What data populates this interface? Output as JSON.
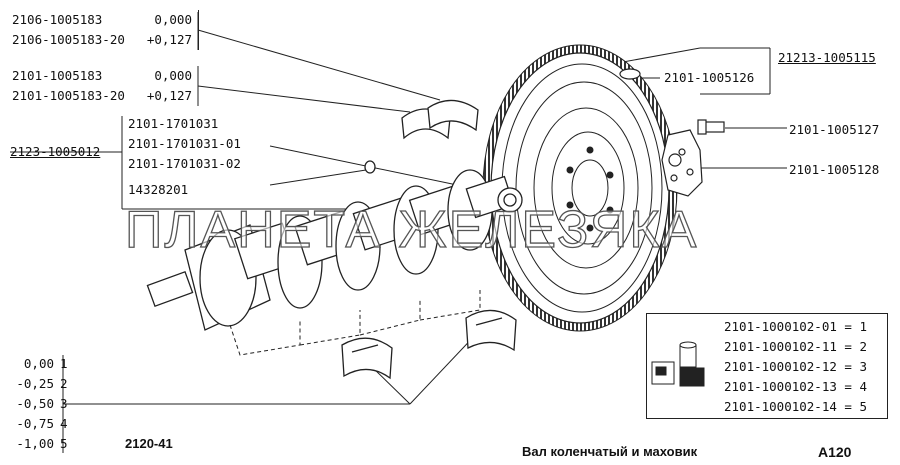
{
  "bearings_top": [
    {
      "part": "2106-1005183",
      "size": "0,000"
    },
    {
      "part": "2106-1005183-20",
      "size": "+0,127"
    }
  ],
  "bearings_mid": [
    {
      "part": "2101-1005183",
      "size": "0,000"
    },
    {
      "part": "2101-1005183-20",
      "size": "+0,127"
    }
  ],
  "assembly_left": "2123-1005012",
  "crank_parts": [
    "2101-1701031",
    "2101-1701031-01",
    "2101-1701031-02"
  ],
  "bearing_part": "14328201",
  "flywheel": "21213-1005115",
  "pin_part": "2101-1005126",
  "bolt_part": "2101-1005127",
  "washer_part": "2101-1005128",
  "main_bearings": [
    {
      "part": "2101-1000102-01",
      "code": "1"
    },
    {
      "part": "2101-1000102-11",
      "code": "2"
    },
    {
      "part": "2101-1000102-12",
      "code": "3"
    },
    {
      "part": "2101-1000102-13",
      "code": "4"
    },
    {
      "part": "2101-1000102-14",
      "code": "5"
    }
  ],
  "undersize": [
    {
      "value": "0,00",
      "code": "1"
    },
    {
      "value": "-0,25",
      "code": "2"
    },
    {
      "value": "-0,50",
      "code": "3"
    },
    {
      "value": "-0,75",
      "code": "4"
    },
    {
      "value": "-1,00",
      "code": "5"
    }
  ],
  "footer": {
    "model": "2120-41",
    "title": "Вал коленчатый и маховик",
    "code": "A120"
  },
  "watermark": "ПЛАНЕТА ЖЕЛЕЗЯКА"
}
